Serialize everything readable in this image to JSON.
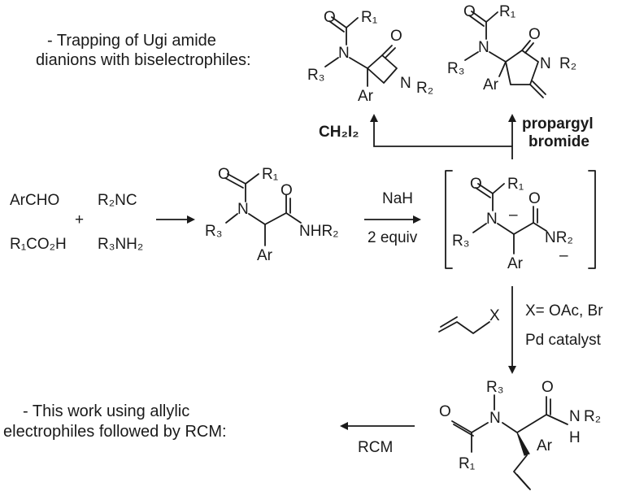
{
  "notes": {
    "trapping_line1": "- Trapping of Ugi amide",
    "trapping_line2": "dianions with biselectrophiles:",
    "this_work_line1": "- This work using allylic",
    "this_work_line2": "electrophiles followed by RCM:"
  },
  "reagents": {
    "ch2i2": "CH₂I₂",
    "propargyl_line1": "propargyl",
    "propargyl_line2": "bromide",
    "nah": "NaH",
    "equiv": "2 equiv",
    "allyl_x": "X= OAc, Br",
    "pd": "Pd catalyst",
    "rcm": "RCM",
    "x_atom": "X"
  },
  "components": {
    "aldehyde": "ArCHO",
    "isocyanide": "R₂NC",
    "plus": "+",
    "acid": "R₁CO₂H",
    "amine": "R₃NH₂"
  },
  "atoms": {
    "r1": "R₁",
    "r2": "R₂",
    "r3": "R₃",
    "n": "N",
    "o": "O",
    "ar": "Ar",
    "nhr2": "NHR₂",
    "nr2": "NR₂",
    "nh": "N",
    "h": "H",
    "minus": "–"
  }
}
